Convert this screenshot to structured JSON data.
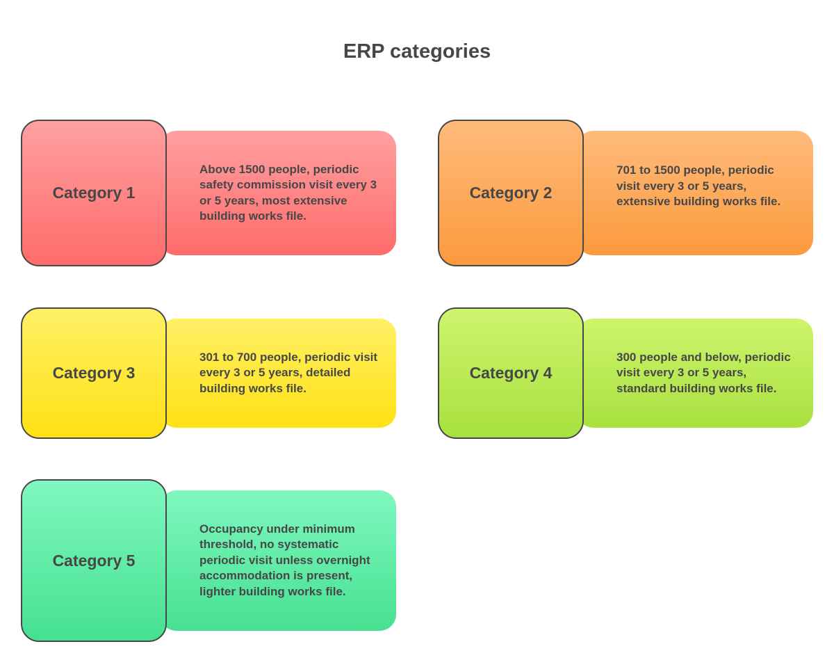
{
  "title": "ERP categories",
  "categories": [
    {
      "label": "Category 1",
      "description": "Above 1500 people, periodic safety commission visit every 3 or 5 years, most extensive building works file.",
      "color": "#ff7a7a"
    },
    {
      "label": "Category 2",
      "description": "701 to 1500 people, periodic visit every 3 or 5 years, extensive building works file.",
      "color": "#fca651"
    },
    {
      "label": "Category 3",
      "description": "301 to 700 people, periodic visit every 3 or 5 years, detailed building works file.",
      "color": "#ffe62e"
    },
    {
      "label": "Category 4",
      "description": "300 people and below, periodic visit every 3 or 5 years, standard building works file.",
      "color": "#b6e84f"
    },
    {
      "label": "Category 5",
      "description": "Occupancy under minimum threshold, no systematic periodic visit unless overnight accommodation is present, lighter building works file.",
      "color": "#5ee9a3"
    }
  ]
}
